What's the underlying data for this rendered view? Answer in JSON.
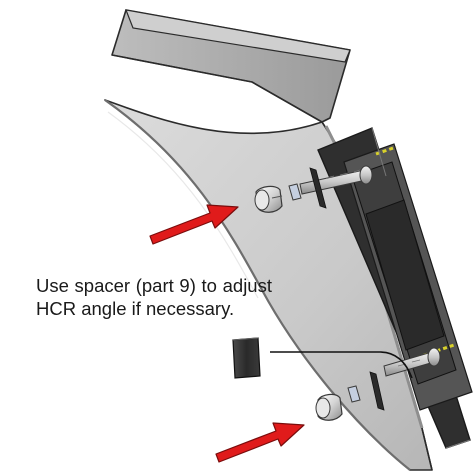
{
  "annotation": {
    "text": "Use spacer (part 9) to adjust HCR angle if necessary."
  },
  "parts": {
    "panel": "curved-panel",
    "bracket": "mounting-bracket",
    "upper_fastener": "upper-bolt-assembly",
    "lower_fastener": "lower-bolt-assembly",
    "spacer": "spacer-part-9"
  },
  "colors": {
    "panel_light": "#d6d6d6",
    "panel_mid": "#b8b8b8",
    "panel_dark": "#8e8e8e",
    "outline": "#2b2b2b",
    "bracket": "#3a3a3a",
    "arrow": "#e01b1b",
    "highlight_yellow": "#d8d12a"
  }
}
